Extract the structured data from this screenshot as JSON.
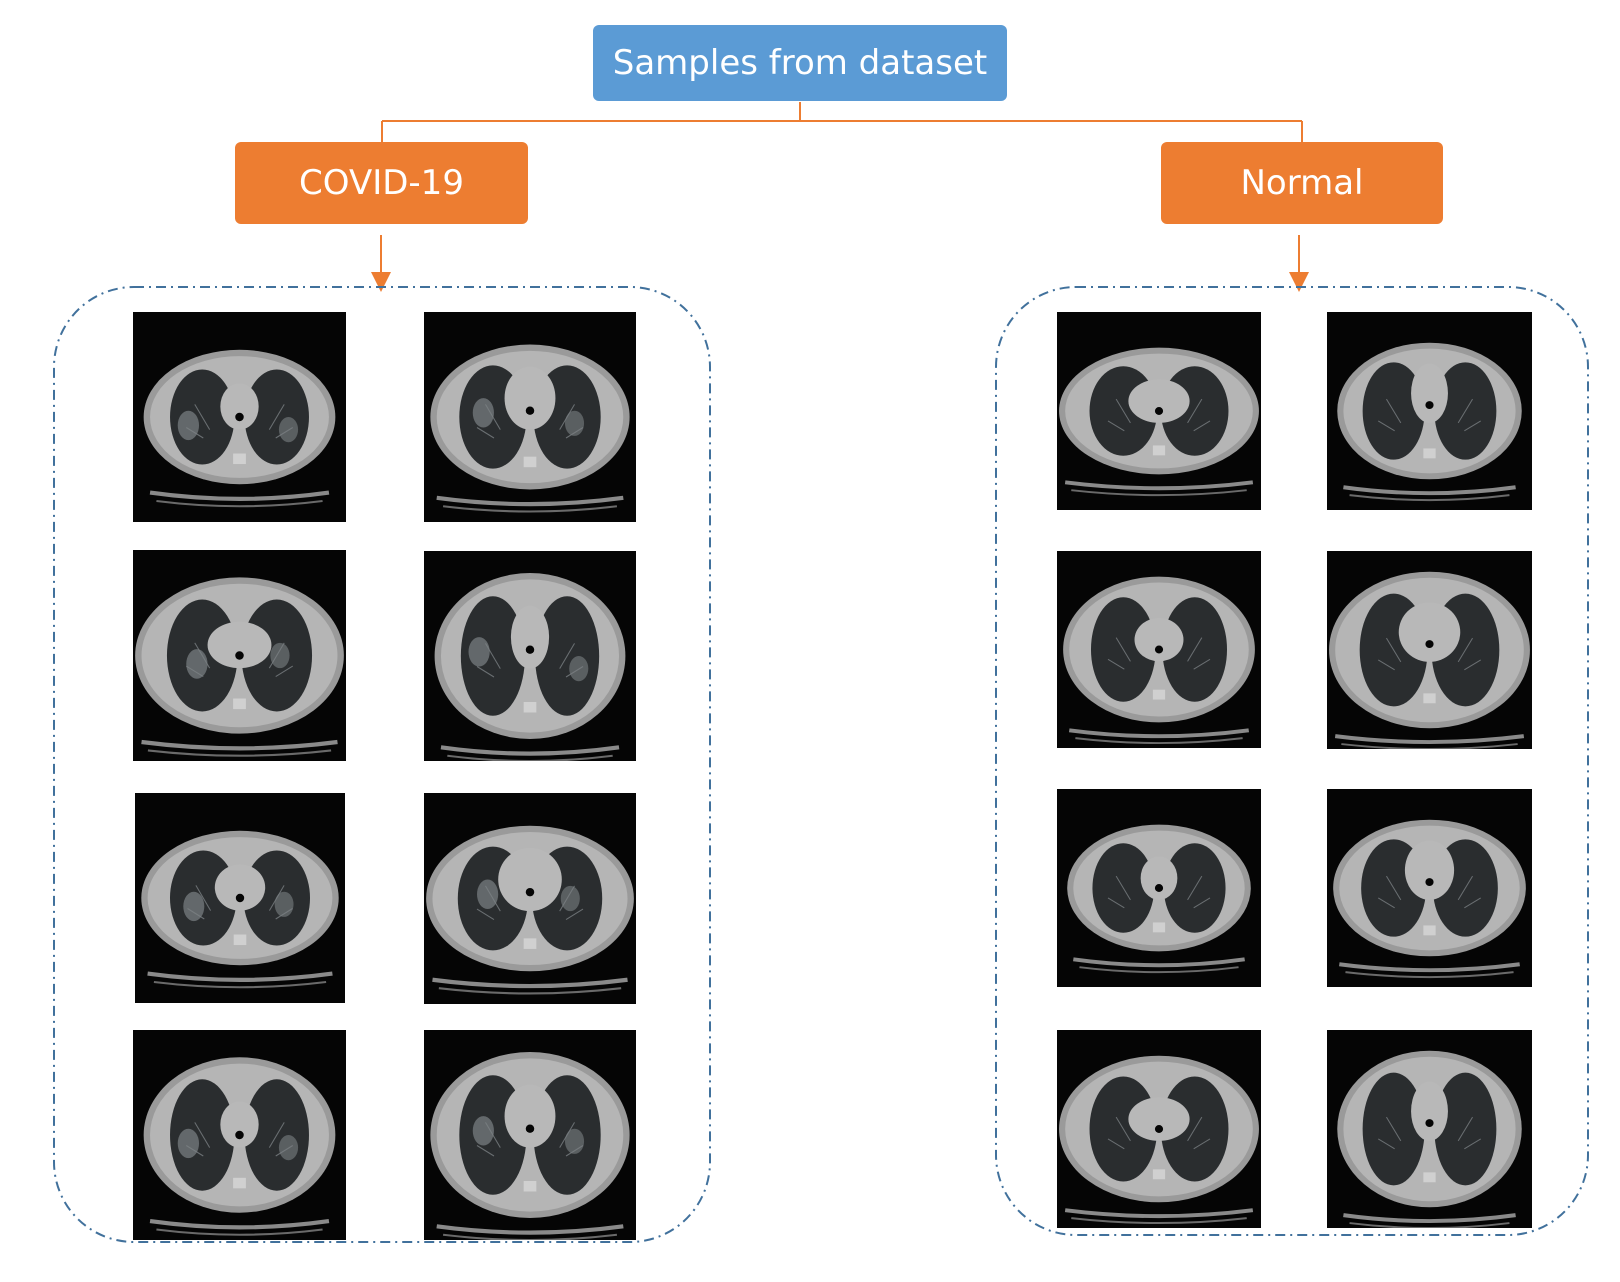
{
  "root": {
    "label": "Samples from dataset"
  },
  "categories": [
    {
      "label": "COVID-19"
    },
    {
      "label": "Normal"
    }
  ],
  "colors": {
    "root": "#5b9bd5",
    "category": "#ed7d31",
    "connector": "#ed7d31",
    "group_border": "#41719c"
  }
}
